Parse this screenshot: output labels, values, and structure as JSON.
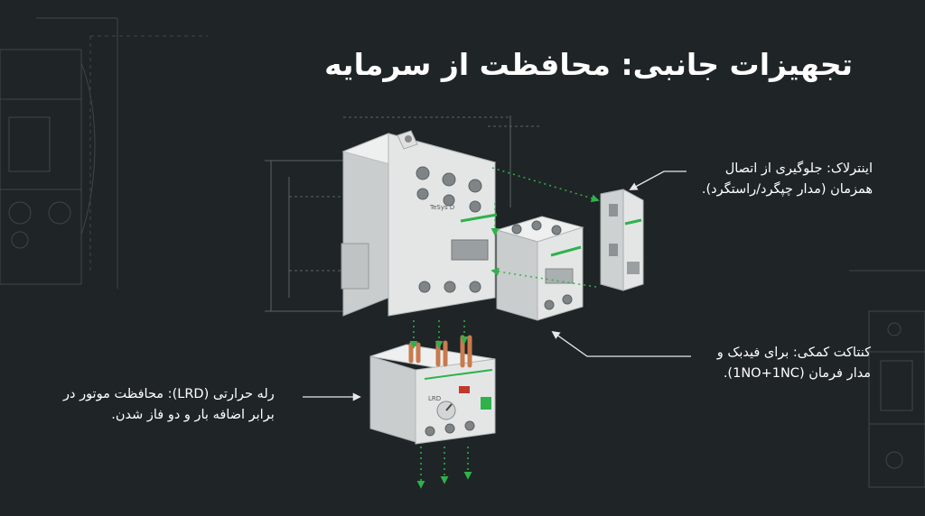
{
  "title": "تجهیزات جانبی: محافظت از سرمایه",
  "callouts": {
    "interlock": {
      "line1": "اینترلاک: جلوگیری از اتصال",
      "line2": "همزمان (مدار چپگرد/راستگرد)."
    },
    "auxiliary": {
      "line1": "کنتاکت کمکی: برای فیدبک و",
      "line2": "مدار فرمان (1NO+1NC)."
    },
    "lrd": {
      "line1": "رله حرارتی (LRD): محافظت موتور در",
      "line2": "برابر اضافه بار و دو فاز شدن."
    }
  },
  "device_labels": {
    "contactor_model": "TeSys D",
    "lrd_model": "LRD"
  },
  "colors": {
    "background": "#1f2426",
    "device_body": "#e4e6e6",
    "device_shadow": "#b9bdbe",
    "accent_green": "#2fb24b",
    "copper": "#c97a4e",
    "arrow_white": "#e8e8e8",
    "blueprint_line": "#4a5255"
  }
}
